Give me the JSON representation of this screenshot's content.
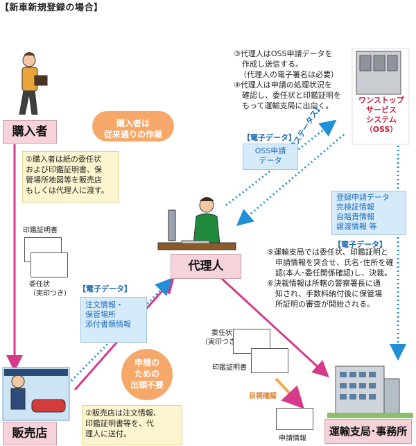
{
  "title": "【新車新規登録の場合】",
  "actors": {
    "buyer": "購入者",
    "agent": "代理人",
    "dealer": "販売店",
    "office": "運輸支局･事務所",
    "oss": [
      "ワンストップ",
      "サービス",
      "システム",
      "（OSS）"
    ]
  },
  "bubbles": {
    "buyer_note": [
      "購入者は",
      "従来通りの作業"
    ],
    "no_visit": [
      "申請の",
      "ための",
      "出頭不要"
    ]
  },
  "steps": {
    "step1": [
      "①購入者は紙の委任状",
      "および印鑑証明書、保",
      "管場所地図等を販売店",
      "もしくは代理人に渡す。"
    ],
    "step2": [
      "②販売店は注文情報、",
      "印鑑証明書等を、代",
      "理人に送付。"
    ],
    "step34": [
      "③代理人はOSS申請データを",
      "作成し送信する。",
      "（代理人の電子署名は必要）",
      "④代理人は申請の処理状況を",
      "確認し、委任状と印鑑証明を",
      "もって運輸支局に出向く。"
    ],
    "step56": [
      "⑤運輸支局では委任状、印鑑証明と",
      "申請情報を突合せ、氏名･住所を確",
      "認(本人･委任関係確認)し、決裁。",
      "⑥決裁情報は所轄の警察署長に通",
      "知され、手数料納付後に保管場",
      "所証明の審査が開始される。"
    ]
  },
  "data_tags": {
    "electronic_data": "【電子データ】",
    "application_status": "【申請ステータス】"
  },
  "blue_boxes": {
    "oss_data": [
      "OSS申請",
      "データ"
    ],
    "order_info": [
      "注文情報・",
      "保管場所",
      "添付書類情報"
    ],
    "registration": [
      "登録申請データ",
      "完検証情報",
      "自賠責情報",
      "譲渡情報 等"
    ]
  },
  "documents": {
    "seal_cert": "印鑑証明書",
    "proxy": [
      "委任状",
      "（実印つき）"
    ],
    "proxy2": [
      "委任状",
      "（実印つき）"
    ],
    "seal_cert2": "印鑑証明書",
    "visual_check": "目視確認",
    "app_info": "申請情報"
  },
  "colors": {
    "pink_arrow": "#d63a8a",
    "blue_dots": "#1f8fd6",
    "label_bg": "#f6d3da",
    "bubble": "#f6a86a",
    "note_bg": "#fdf5cf"
  }
}
